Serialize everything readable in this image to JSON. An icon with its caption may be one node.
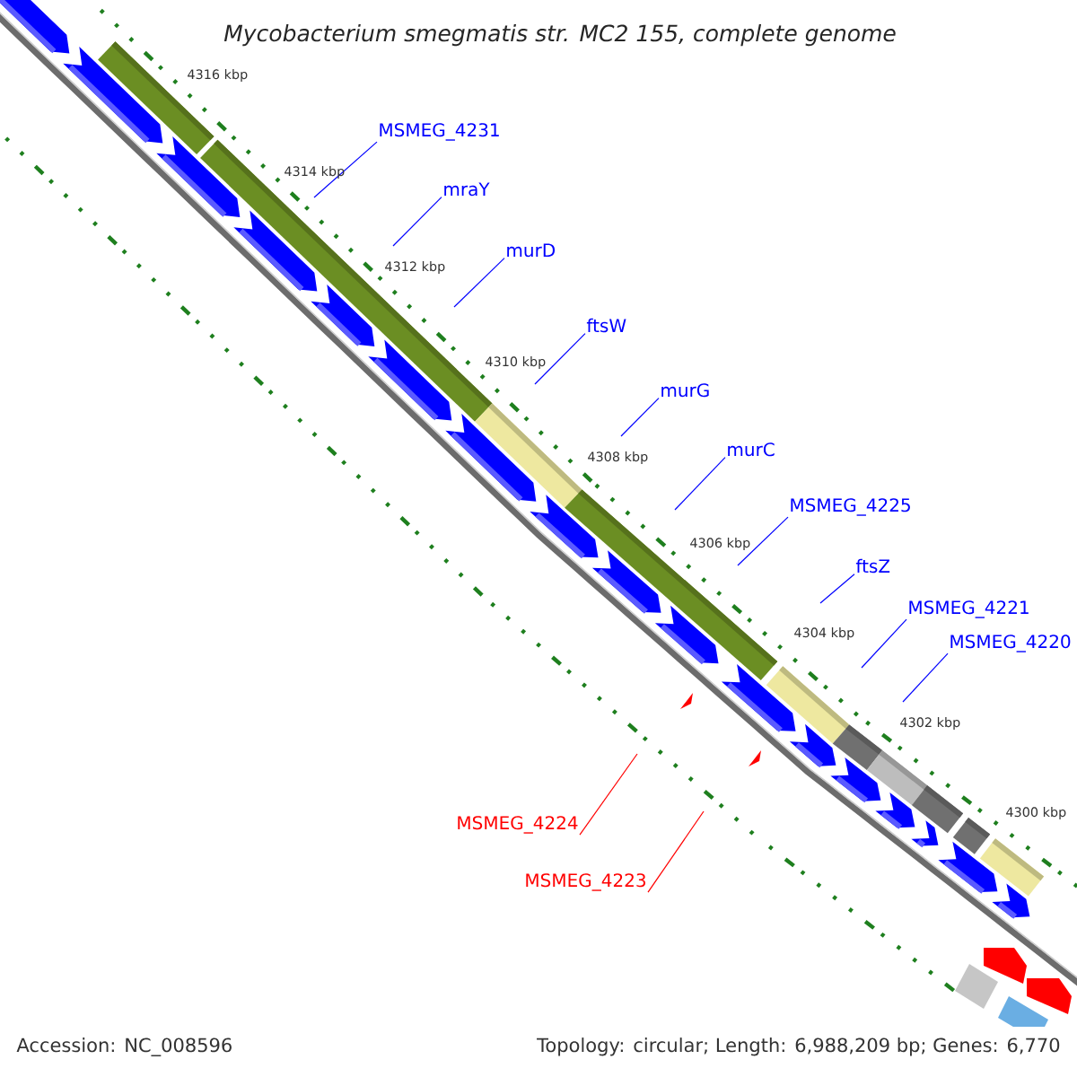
{
  "diagram": {
    "title": "Mycobacterium smegmatis str. MC2 155, complete genome",
    "nodes": [
      {
        "text": [
          "MSMEG_4231"
        ]
      },
      {
        "text": [
          "mraY"
        ]
      },
      {
        "text": [
          "murD"
        ]
      },
      {
        "text": [
          "ftsW"
        ]
      },
      {
        "text": [
          "murG"
        ]
      },
      {
        "text": [
          "murC"
        ]
      },
      {
        "text": [
          "MSMEG_4225"
        ]
      },
      {
        "text": [
          "ftsZ"
        ]
      },
      {
        "text": [
          "MSMEG_4221"
        ]
      },
      {
        "text": [
          "MSMEG_4220"
        ]
      },
      {
        "text": [
          "MSMEG_4224"
        ]
      },
      {
        "text": [
          "MSMEG_4223"
        ]
      }
    ],
    "edges": [
      {
        "from": 0,
        "to": null,
        "arrow": "none"
      },
      {
        "from": 1,
        "to": null,
        "arrow": "none"
      },
      {
        "from": 2,
        "to": null,
        "arrow": "none"
      },
      {
        "from": 3,
        "to": null,
        "arrow": "none"
      },
      {
        "from": 4,
        "to": null,
        "arrow": "none"
      },
      {
        "from": 5,
        "to": null,
        "arrow": "none"
      },
      {
        "from": 6,
        "to": null,
        "arrow": "none"
      },
      {
        "from": 7,
        "to": null,
        "arrow": "none"
      },
      {
        "from": 8,
        "to": null,
        "arrow": "none"
      },
      {
        "from": 9,
        "to": null,
        "arrow": "none"
      },
      {
        "from": 10,
        "to": null,
        "arrow": "none",
        "color": "#ff0000"
      },
      {
        "from": 11,
        "to": null,
        "arrow": "none",
        "color": "#ff0000"
      }
    ],
    "labels": [
      "4316 kbp",
      "4314 kbp",
      "4312 kbp",
      "4310 kbp",
      "4308 kbp",
      "4306 kbp",
      "4304 kbp",
      "4302 kbp",
      "4300 kbp",
      "Accession: NC_008596",
      "Topology: circular; Length: 6,988,209 bp; Genes: 6,770"
    ]
  }
}
